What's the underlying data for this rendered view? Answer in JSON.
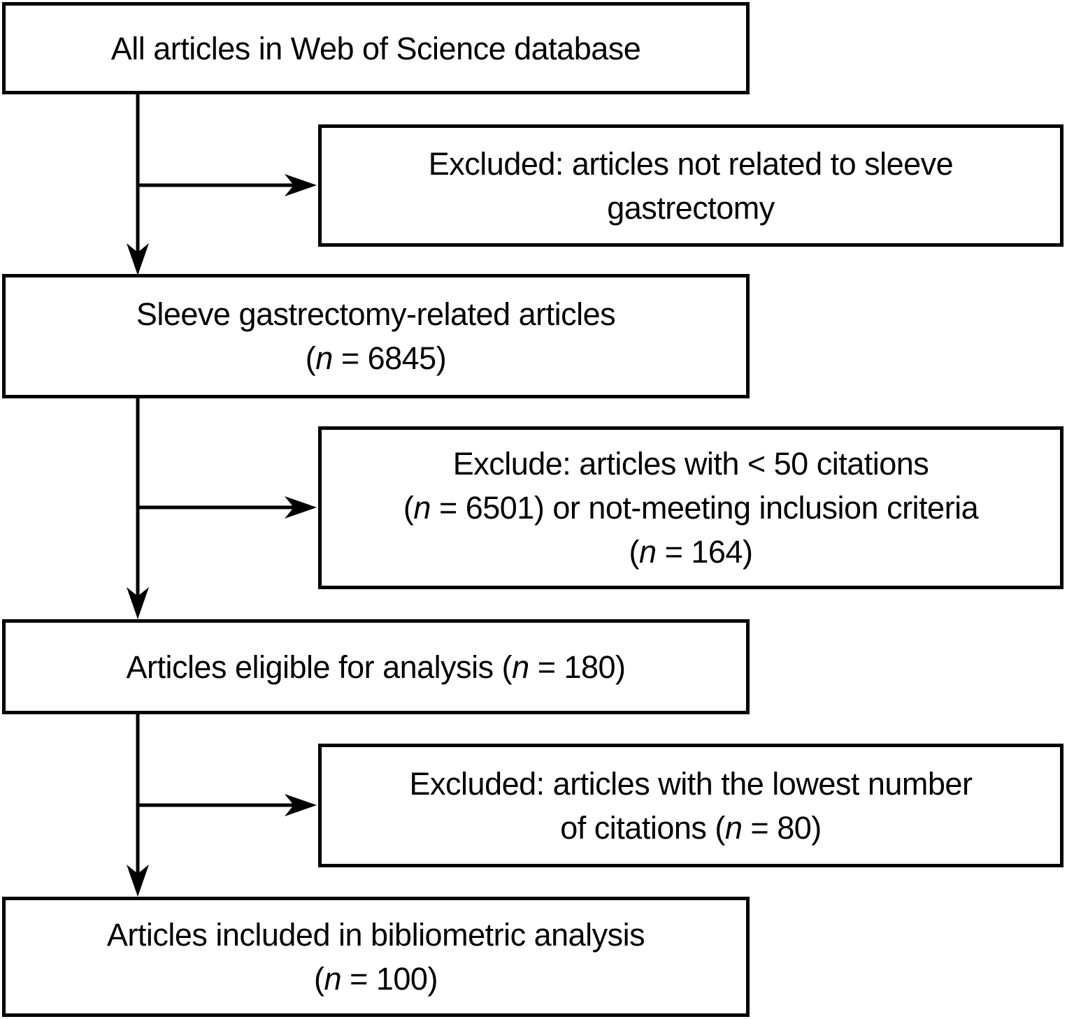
{
  "colors": {
    "background": "#ffffff",
    "box_fill": "#ffffff",
    "border": "#000000",
    "text": "#000000"
  },
  "flowchart": {
    "boxes": [
      {
        "id": "all-articles",
        "column": "main",
        "lines": [
          [
            {
              "t": "All articles in Web of Science database"
            }
          ]
        ]
      },
      {
        "id": "excluded-not-related",
        "column": "side",
        "lines": [
          [
            {
              "t": "Excluded: articles not related to sleeve"
            }
          ],
          [
            {
              "t": "gastrectomy"
            }
          ]
        ]
      },
      {
        "id": "sleeve-articles",
        "column": "main",
        "lines": [
          [
            {
              "t": "Sleeve gastrectomy-related articles"
            }
          ],
          [
            {
              "t": "("
            },
            {
              "t": "n",
              "italic": true
            },
            {
              "t": " = 6845)"
            }
          ]
        ]
      },
      {
        "id": "exclude-criteria",
        "column": "side",
        "lines": [
          [
            {
              "t": "Exclude: articles with < 50 citations"
            }
          ],
          [
            {
              "t": "("
            },
            {
              "t": "n",
              "italic": true
            },
            {
              "t": " = 6501) or not-meeting inclusion criteria"
            }
          ],
          [
            {
              "t": "("
            },
            {
              "t": "n",
              "italic": true
            },
            {
              "t": " = 164)"
            }
          ]
        ]
      },
      {
        "id": "eligible",
        "column": "main",
        "lines": [
          [
            {
              "t": "Articles eligible for analysis ("
            },
            {
              "t": "n",
              "italic": true
            },
            {
              "t": " = 180)"
            }
          ]
        ]
      },
      {
        "id": "excluded-lowest",
        "column": "side",
        "lines": [
          [
            {
              "t": "Excluded: articles with the lowest number"
            }
          ],
          [
            {
              "t": "of citations ("
            },
            {
              "t": "n",
              "italic": true
            },
            {
              "t": " = 80)"
            }
          ]
        ]
      },
      {
        "id": "included",
        "column": "main",
        "lines": [
          [
            {
              "t": "Articles included in bibliometric analysis"
            }
          ],
          [
            {
              "t": "("
            },
            {
              "t": "n",
              "italic": true
            },
            {
              "t": " = 100)"
            }
          ]
        ]
      }
    ],
    "connections": [
      {
        "from": "all-articles",
        "to": "sleeve-articles",
        "type": "down-arrow"
      },
      {
        "from": "all-articles",
        "to": "excluded-not-related",
        "type": "branch-right-arrow"
      },
      {
        "from": "sleeve-articles",
        "to": "eligible",
        "type": "down-arrow"
      },
      {
        "from": "sleeve-articles",
        "to": "exclude-criteria",
        "type": "branch-right-arrow"
      },
      {
        "from": "eligible",
        "to": "included",
        "type": "down-arrow"
      },
      {
        "from": "eligible",
        "to": "excluded-lowest",
        "type": "branch-right-arrow"
      }
    ]
  }
}
